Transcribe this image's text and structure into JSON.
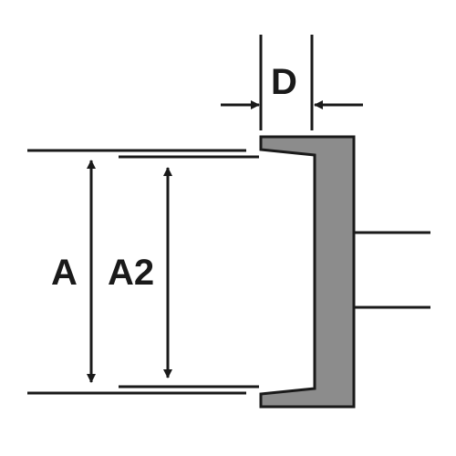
{
  "diagram": {
    "labels": {
      "a": "A",
      "a2": "A2",
      "d": "D"
    },
    "colors": {
      "profile_fill": "#8c8c8c",
      "outline": "#1a1a1a",
      "background": "#ffffff"
    }
  }
}
